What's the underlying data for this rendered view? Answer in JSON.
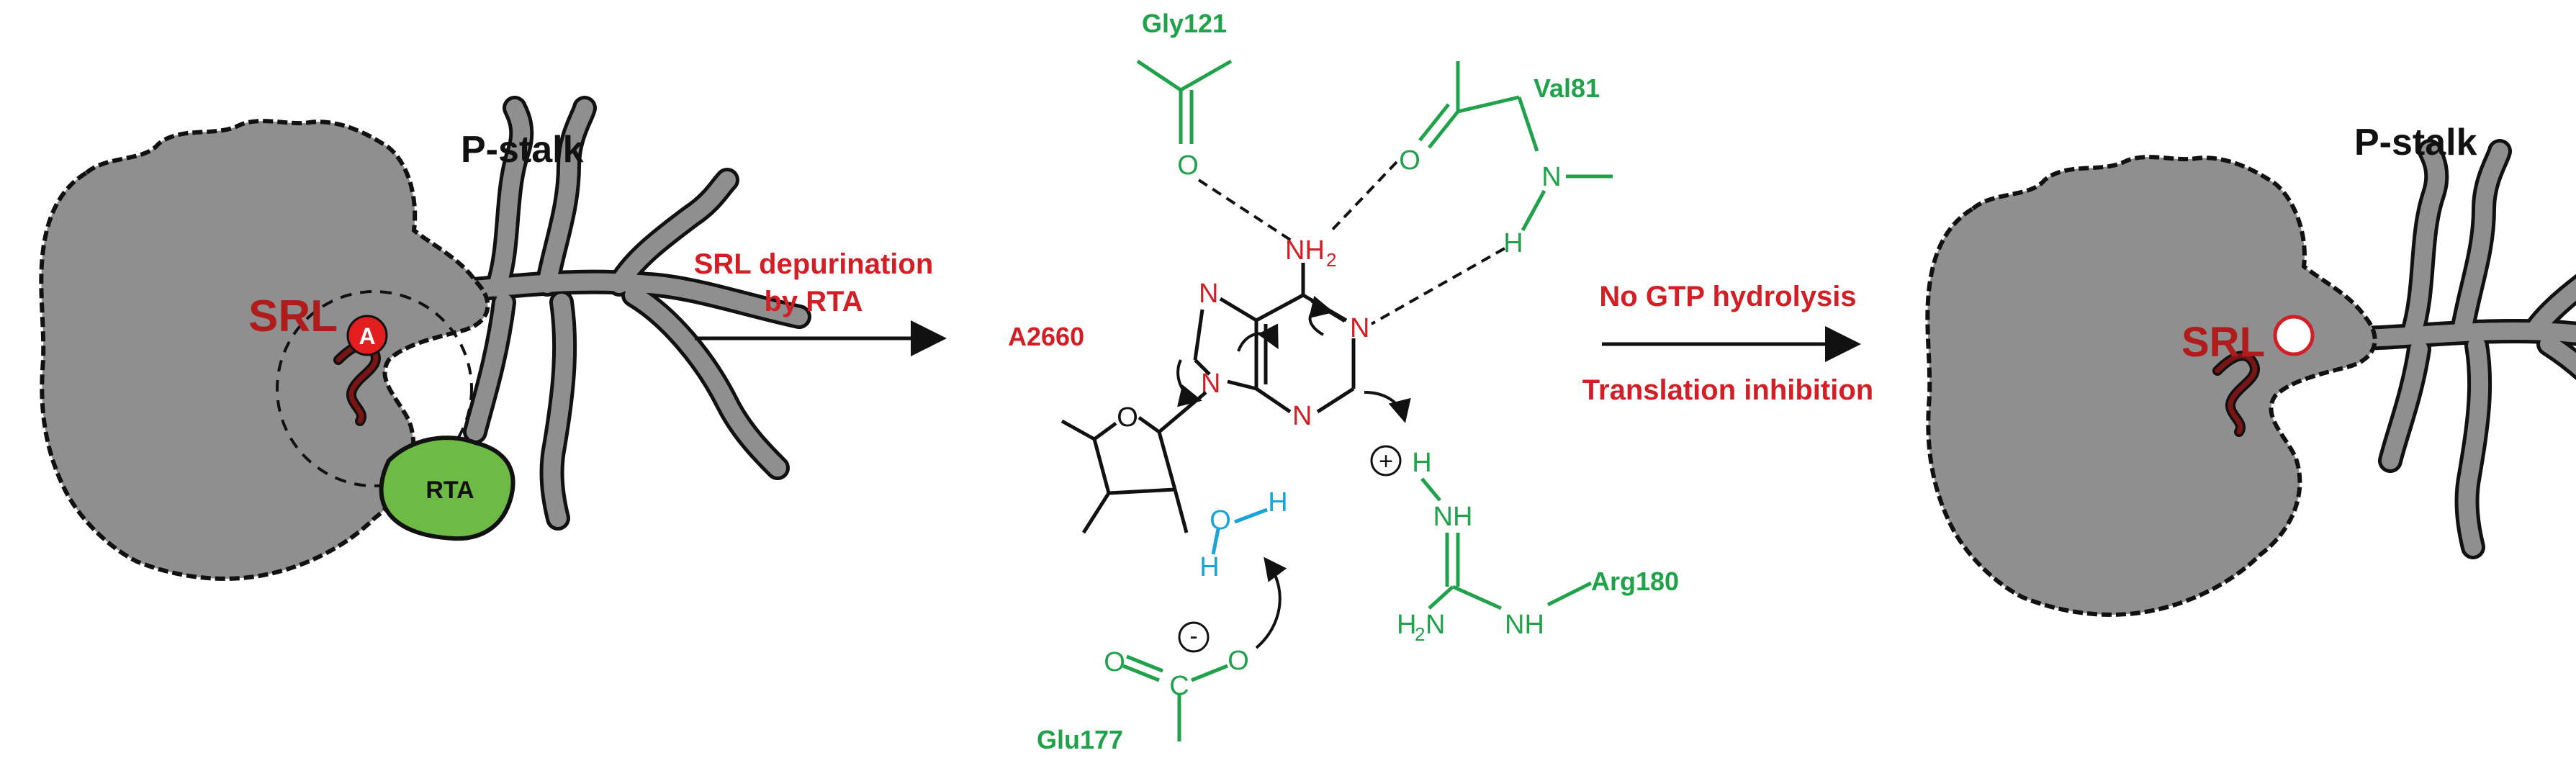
{
  "colors": {
    "ribosome": "#8f8f8f",
    "outline": "#111111",
    "red": "#d21f26",
    "green": "#1fa24a",
    "rta_fill": "#6dbb45",
    "water": "#1aa3d9",
    "black": "#111111"
  },
  "left_panel": {
    "pstalk_label": "P-stalk",
    "srl_label": "SRL",
    "adenine_badge": "A",
    "rta_label": "RTA"
  },
  "arrow1": {
    "line1": "SRL depurination",
    "line2": "by RTA"
  },
  "mechanism": {
    "substrate_label": "A2660",
    "amine_N": "NH",
    "amine_sub": "2",
    "ring_atoms": {
      "n7": "N",
      "n9": "N",
      "n1": "N",
      "n3": "N"
    },
    "gly_label": "Gly121",
    "gly_O": "O",
    "val_label": "Val81",
    "val_O": "O",
    "val_N": "N",
    "val_H": "H",
    "water_O": "O",
    "water_H1": "H",
    "water_H2": "H",
    "glu_label": "Glu177",
    "glu_O1": "O",
    "glu_O2": "O",
    "glu_C": "C",
    "glu_charge": "-",
    "arg_label": "Arg180",
    "arg_charge": "+",
    "arg_H": "H",
    "arg_NH": "NH",
    "arg_H2N": "H",
    "arg_H2N_sub": "2",
    "arg_H2N_N": "N",
    "arg_NH2": "NH"
  },
  "arrow2": {
    "line1": "No GTP hydrolysis",
    "line2": "Translation inhibition"
  },
  "right_panel": {
    "pstalk_label": "P-stalk",
    "srl_label": "SRL"
  }
}
